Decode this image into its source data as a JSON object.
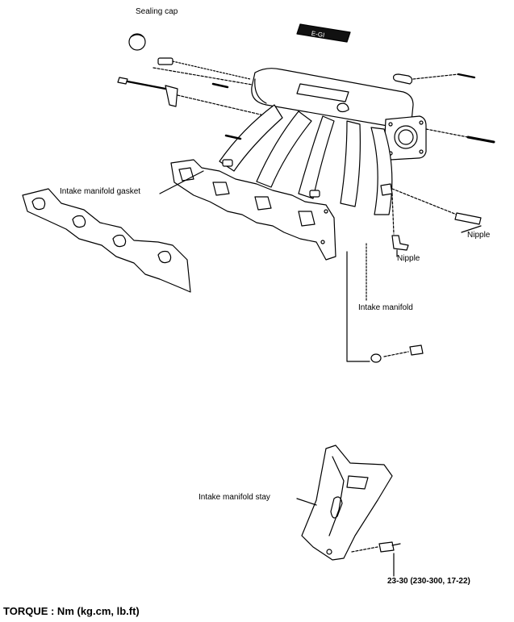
{
  "labels": {
    "sealing_cap": "Sealing cap",
    "gasket": "Intake manifold gasket",
    "nipple_right": "Nipple",
    "nipple_center": "Nipple",
    "intake_manifold": "Intake manifold",
    "stay": "Intake manifold stay",
    "stay_torque": "23-30 (230-300, 17-22)",
    "torque_legend": "TORQUE : Nm (kg.cm, lb.ft)"
  },
  "emblem_text": "E-GI",
  "colors": {
    "ink": "#000000",
    "paper": "#ffffff"
  }
}
